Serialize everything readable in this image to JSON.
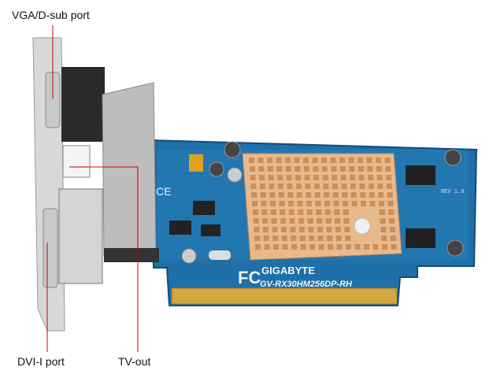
{
  "labels": {
    "vga": "VGA/D-sub port",
    "dvi": "DVI-I port",
    "tvout": "TV-out"
  },
  "board": {
    "brand": "GIGABYTE",
    "model": "GV-RX30HM256DP-RH",
    "revision": "REV 1.0",
    "ce_mark": "CE",
    "fcc_mark": "FC"
  },
  "colors": {
    "pcb": "#1f6fa8",
    "heatsink": "#e8b98a",
    "bracket": "#d8d8d8",
    "callout_line": "#cc0000",
    "gold_fingers": "#d4a640"
  }
}
